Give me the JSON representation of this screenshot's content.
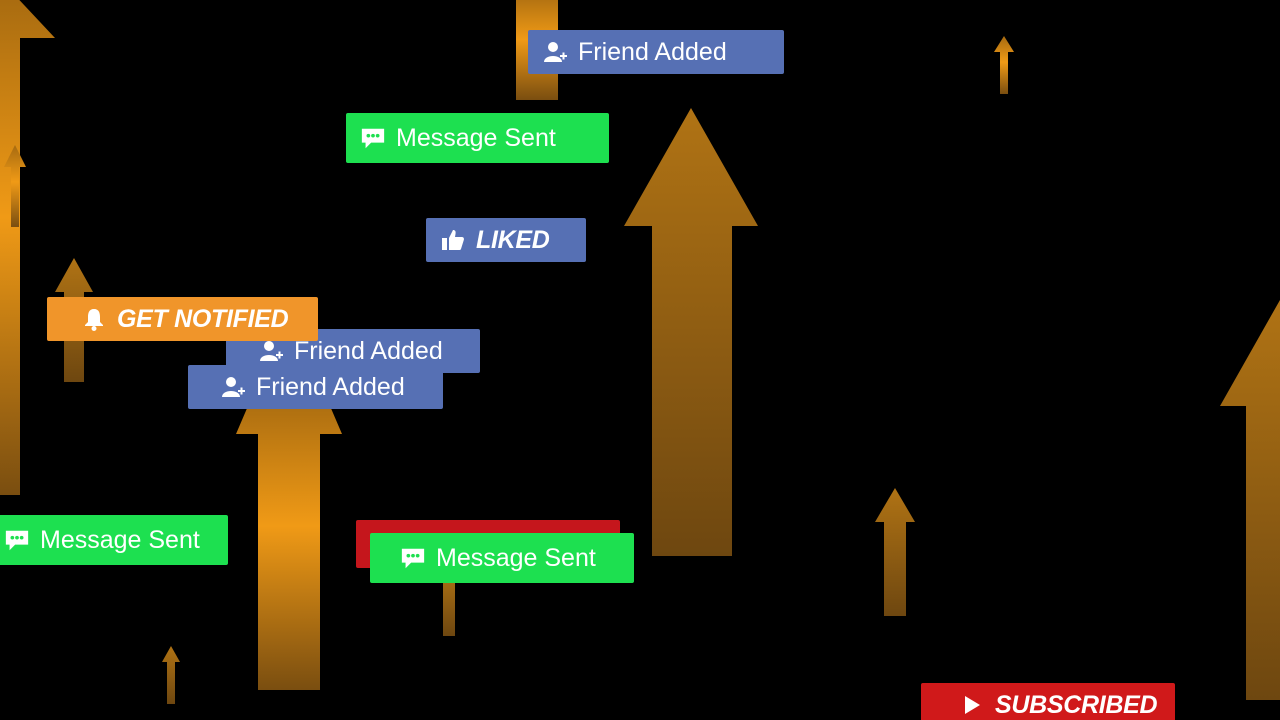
{
  "colors": {
    "background": "#000000",
    "arrow_top": "#f2a31a",
    "arrow_bottom": "#8a5a12",
    "friend_added": "#5670b4",
    "message_sent": "#1de050",
    "liked": "#5670b4",
    "get_notified": "#f0952a",
    "subscribed": "#d0191a"
  },
  "notifications": {
    "friend_added_top": {
      "label": "Friend Added",
      "icon": "user-plus-icon"
    },
    "message_sent_top": {
      "label": "Message Sent",
      "icon": "chat-bubble-icon"
    },
    "liked": {
      "label": "LIKED",
      "icon": "thumbs-up-icon"
    },
    "get_notified": {
      "label": "GET NOTIFIED",
      "icon": "bell-icon"
    },
    "friend_added_mid": {
      "label": "Friend Added",
      "icon": "user-plus-icon"
    },
    "friend_added_low": {
      "label": "Friend Added",
      "icon": "user-plus-icon"
    },
    "message_sent_left": {
      "label": "Message Sent",
      "icon": "chat-bubble-icon"
    },
    "message_sent_center": {
      "label": "Message Sent",
      "icon": "chat-bubble-icon"
    },
    "subscribed": {
      "label": "SUBSCRIBED",
      "icon": "play-icon"
    }
  }
}
